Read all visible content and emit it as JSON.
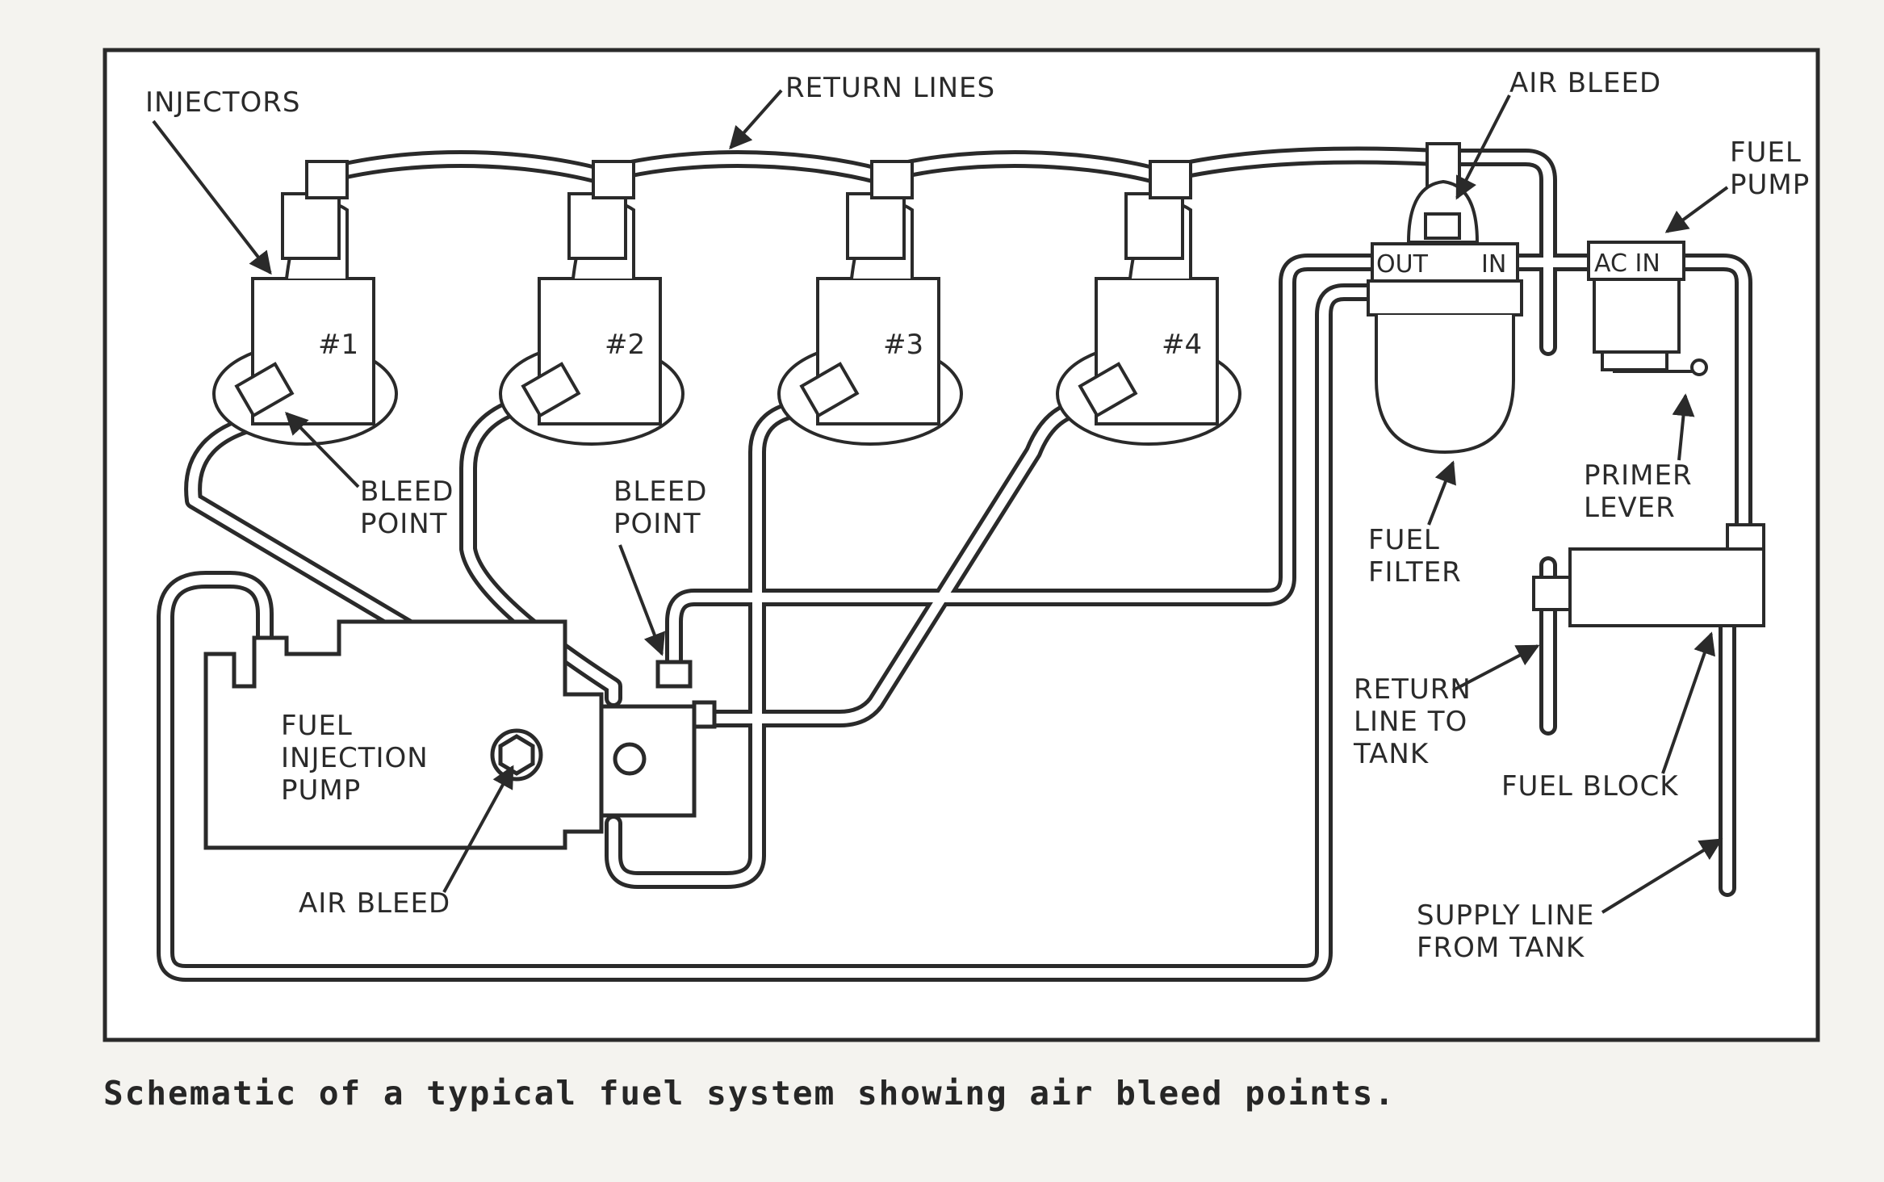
{
  "labels": {
    "injectors": "INJECTORS",
    "return_lines": "RETURN LINES",
    "air_bleed_top": "AIR BLEED",
    "fuel_pump": [
      "FUEL",
      "PUMP"
    ],
    "bleed_point_1": [
      "BLEED",
      "POINT"
    ],
    "bleed_point_2": [
      "BLEED",
      "POINT"
    ],
    "fuel_filter": [
      "FUEL",
      "FILTER"
    ],
    "primer_lever": [
      "PRIMER",
      "LEVER"
    ],
    "fuel_injection_pump": [
      "FUEL",
      "INJECTION",
      "PUMP"
    ],
    "return_line_to_tank": [
      "RETURN",
      "LINE TO",
      "TANK"
    ],
    "fuel_block": "FUEL BLOCK",
    "air_bleed_pump": "AIR BLEED",
    "supply_line_from_tank": [
      "SUPPLY LINE",
      "FROM TANK"
    ],
    "filter_out": "OUT",
    "filter_in": "IN",
    "pump_ac_in": "AC IN"
  },
  "injectors": [
    {
      "number": "#1"
    },
    {
      "number": "#2"
    },
    {
      "number": "#3"
    },
    {
      "number": "#4"
    }
  ],
  "caption": "Schematic of a typical fuel system showing air bleed points."
}
